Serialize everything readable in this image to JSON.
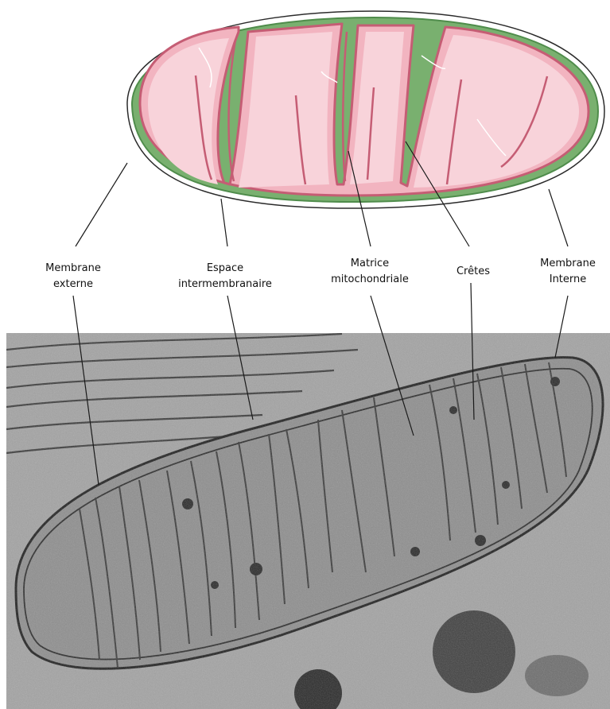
{
  "labels": {
    "membrane_externe": [
      "Membrane",
      "externe"
    ],
    "espace_intermembranaire": [
      "Espace",
      "intermembranaire"
    ],
    "matrice": [
      "Matrice",
      "mitochondriale"
    ],
    "cretes": [
      "Crêtes"
    ],
    "membrane_interne": [
      "Membrane",
      "Interne"
    ]
  },
  "colors": {
    "outer_membrane": "#5f9f5a",
    "intermembrane_space": "#79b06f",
    "inner_membrane": "#c55d74",
    "matrix": "#f3b8c3",
    "matrix_light": "#f8d3da",
    "micrograph_bg": "#9f9f9f"
  }
}
